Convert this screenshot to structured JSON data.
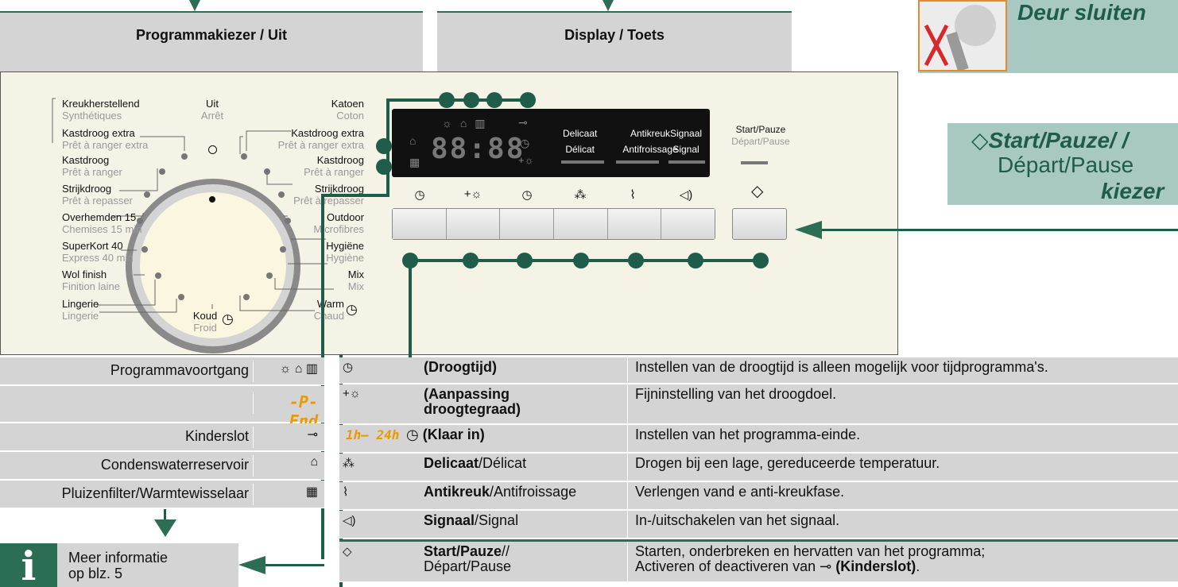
{
  "headers": {
    "left": "Programmakiezer / Uit",
    "right": "Display / Toets"
  },
  "top_right": {
    "title": "Deur sluiten"
  },
  "start_pause_callout": {
    "line1": "Start/Pauze/ /",
    "line2": "Départ/Pause",
    "line3": "kiezer"
  },
  "dial": {
    "off": {
      "nl": "Uit",
      "fr": "Arrêt"
    },
    "left": [
      {
        "nl": "Kreukherstellend",
        "fr": "Synthétiques"
      },
      {
        "nl": "Kastdroog extra",
        "fr": "Prêt à ranger extra"
      },
      {
        "nl": "Kastdroog",
        "fr": "Prêt à ranger"
      },
      {
        "nl": "Strijkdroog",
        "fr": "Prêt à repasser"
      },
      {
        "nl": "Overhemden 15",
        "fr": "Chemises 15 min"
      },
      {
        "nl": "SuperKort 40",
        "fr": "Express 40 min"
      },
      {
        "nl": "Wol finish",
        "fr": "Finition laine"
      },
      {
        "nl": "Lingerie",
        "fr": "Lingerie"
      }
    ],
    "right": [
      {
        "nl": "Katoen",
        "fr": "Coton"
      },
      {
        "nl": "Kastdroog extra",
        "fr": "Prêt à ranger extra"
      },
      {
        "nl": "Kastdroog",
        "fr": "Prêt à ranger"
      },
      {
        "nl": "Strijkdroog",
        "fr": "Prêt à repasser"
      },
      {
        "nl": "Outdoor",
        "fr": "Microfibres"
      },
      {
        "nl": "Hygiëne",
        "fr": "Hygiène"
      },
      {
        "nl": "Mix",
        "fr": "Mix"
      },
      {
        "nl": "Warm",
        "fr": "Chaud"
      }
    ],
    "bottom": {
      "nl": "Koud",
      "fr": "Froid"
    }
  },
  "display": {
    "digits": "88:88",
    "delicaat": {
      "nl": "Delicaat",
      "fr": "Délicat"
    },
    "antikreuk": {
      "nl": "Antikreuk",
      "fr": "Antifroissage"
    },
    "signaal": {
      "nl": "Signaal",
      "fr": "Signal"
    },
    "start": {
      "nl": "Start/Pauze",
      "fr": "Départ/Pause"
    }
  },
  "button_icons": [
    "clock-dry-icon",
    "plus-sun-icon",
    "clock-icon",
    "delicate-icon",
    "anti-crease-icon",
    "speaker-icon",
    "start-icon"
  ],
  "left_table": [
    {
      "label": "Programmavoortgang",
      "symbol": "☼ ⌂ ▥"
    },
    {
      "label": "",
      "symbol": "-P- End"
    },
    {
      "label": "Kinderslot",
      "symbol": "⊸"
    },
    {
      "label": "Condenswaterreservoir",
      "symbol": "⌂"
    },
    {
      "label": "Pluizenfilter/Warmtewisselaar",
      "symbol": "▦"
    }
  ],
  "info": {
    "line1": "Meer informatie",
    "line2": "op blz. 5"
  },
  "right_table": [
    {
      "name_bold": "(Droogtijd)",
      "name_rest": "",
      "desc": "Instellen van de droogtijd is alleen mogelijk voor tijdprogramma's."
    },
    {
      "name_bold": "(Aanpassing droogtegraad)",
      "name_rest": "",
      "desc": "Fijninstelling van het droogdoel."
    },
    {
      "prefix": "1h– 24h",
      "name_bold": "(Klaar in)",
      "name_rest": "",
      "desc": "Instellen van het programma-einde."
    },
    {
      "name_bold": "Delicaat",
      "name_rest": "/Délicat",
      "desc": "Drogen bij een lage, gereduceerde temperatuur."
    },
    {
      "name_bold": "Antikreuk",
      "name_rest": "/Antifroissage",
      "desc": "Verlengen vand e anti-kreukfase."
    },
    {
      "name_bold": "Signaal",
      "name_rest": "/Signal",
      "desc": "In-/uitschakelen van het signaal."
    },
    {
      "name_bold": "Start/Pauze",
      "name_rest": "//",
      "name_line2": "Départ/Pause",
      "desc": "Starten, onderbreken en hervatten van het programma;",
      "desc2_pre": "Activeren of deactiveren van ",
      "desc2_bold": "(Kinderslot)",
      "desc2_post": "."
    }
  ]
}
